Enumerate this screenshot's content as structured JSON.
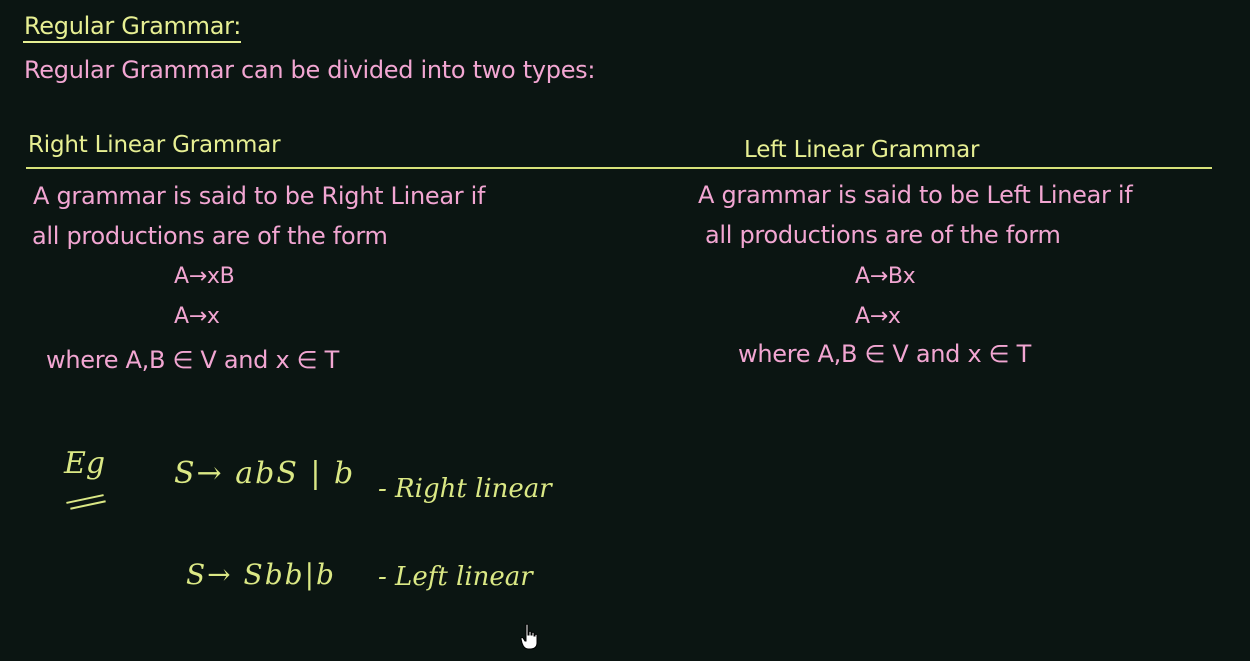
{
  "title": "Regular Grammar:",
  "intro": "Regular Grammar can be divided into two types:",
  "right_linear": {
    "heading": "Right Linear Grammar",
    "line1": "A grammar is said to be Right Linear if",
    "line2": "all productions are of the form",
    "prod1": "A→xB",
    "prod2": "A→x",
    "where": "where A,B ∈ V and x ∈ T"
  },
  "left_linear": {
    "heading": "Left Linear Grammar",
    "line1": "A grammar is said to be Left Linear if",
    "line2": "all productions are of the form",
    "prod1": "A→Bx",
    "prod2": "A→x",
    "where": "where A,B ∈ V and x ∈ T"
  },
  "examples": {
    "label": "Eg",
    "ex1": "S→ abS | b",
    "ex1_label": "- Right linear",
    "ex2": "S→ Sbb|b",
    "ex2_label": "- Left linear"
  },
  "colors": {
    "background": "#0b1512",
    "heading": "#e7ef93",
    "body": "#f2a6d2",
    "handwriting": "#dbe885"
  }
}
